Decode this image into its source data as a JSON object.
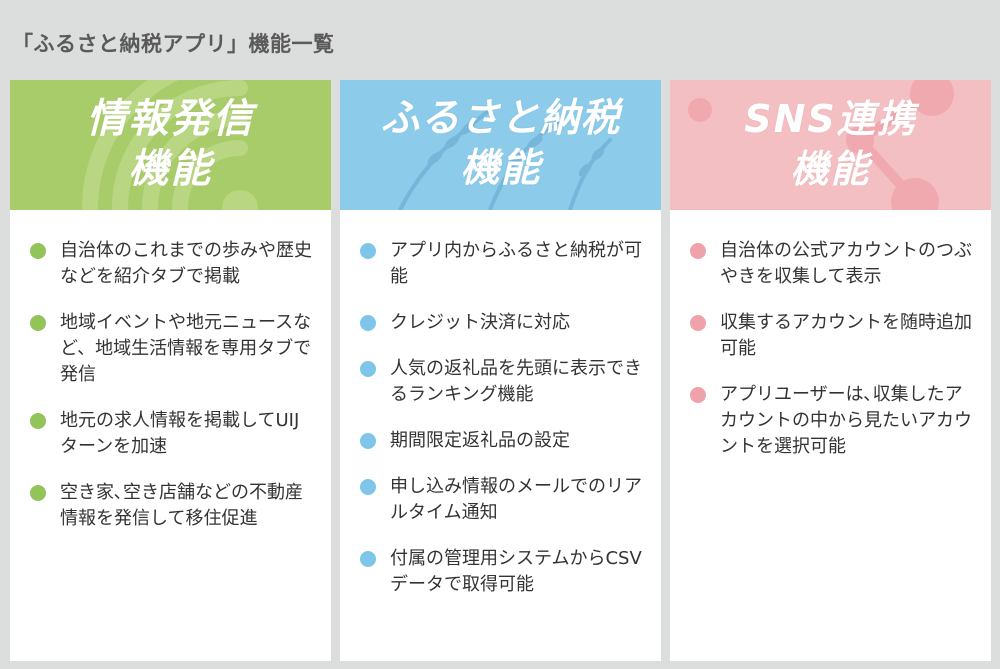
{
  "page": {
    "title": "「ふるさと納税アプリ」機能一覧"
  },
  "colors": {
    "background": "#dcdddd",
    "green": "#a9cc6b",
    "green_bullet": "#93c45a",
    "blue": "#8ccbea",
    "blue_bullet": "#7fc5ea",
    "pink": "#f4bfc2",
    "pink_bullet": "#efa2aa"
  },
  "columns": [
    {
      "title_line1": "情報発信",
      "title_line2": "機能",
      "background_icon": "wifi-signal-icon",
      "items": [
        "自治体のこれまでの歩みや歴史などを紹介タブで掲載",
        "地域イベントや地元ニュースなど、地域生活情報を専用タブで発信",
        "地元の求人情報を掲載してUIJ ターンを加速",
        "空き家､空き店舗などの不動産情報を発信して移住促進"
      ]
    },
    {
      "title_line1": "ふるさと納税",
      "title_line2": "機能",
      "background_icon": "rice-plant-icon",
      "items": [
        "アプリ内からふるさと納税が可能",
        "クレジット決済に対応",
        "人気の返礼品を先頭に表示できるランキング機能",
        "期間限定返礼品の設定",
        "申し込み情報のメールでのリアルタイム通知",
        "付属の管理用システムからCSV データで取得可能"
      ]
    },
    {
      "title_line1": "SNS連携",
      "title_line2": "機能",
      "background_icon": "network-nodes-icon",
      "items": [
        "自治体の公式アカウントのつぶやきを収集して表示",
        "収集するアカウントを随時追加可能",
        "アプリユーザーは､収集したアカウントの中から見たいアカウントを選択可能"
      ]
    }
  ]
}
